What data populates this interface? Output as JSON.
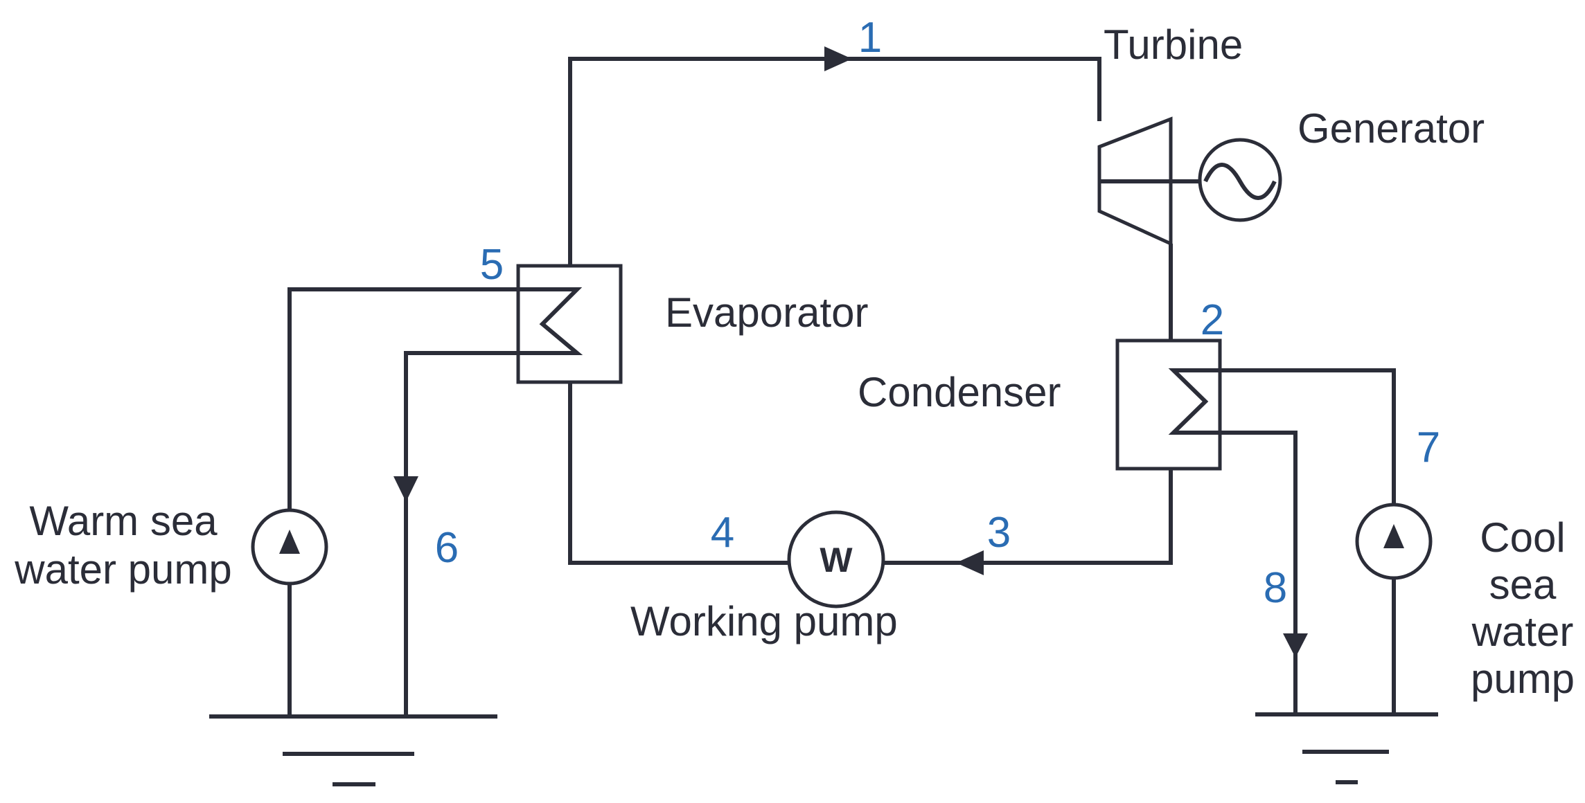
{
  "labels": {
    "turbine": "Turbine",
    "generator": "Generator",
    "evaporator": "Evaporator",
    "condenser": "Condenser",
    "working_pump": "Working pump",
    "pump_symbol": "W",
    "warm_pump_line1": "Warm sea",
    "warm_pump_line2": "water pump",
    "cool_pump_line1": "Cool",
    "cool_pump_line2": "sea",
    "cool_pump_line3": "water",
    "cool_pump_line4": "pump"
  },
  "state_points": [
    "1",
    "2",
    "3",
    "4",
    "5",
    "6",
    "7",
    "8"
  ],
  "colors": {
    "line": "#2b2d38",
    "state_point_number": "#2a6cb3"
  }
}
